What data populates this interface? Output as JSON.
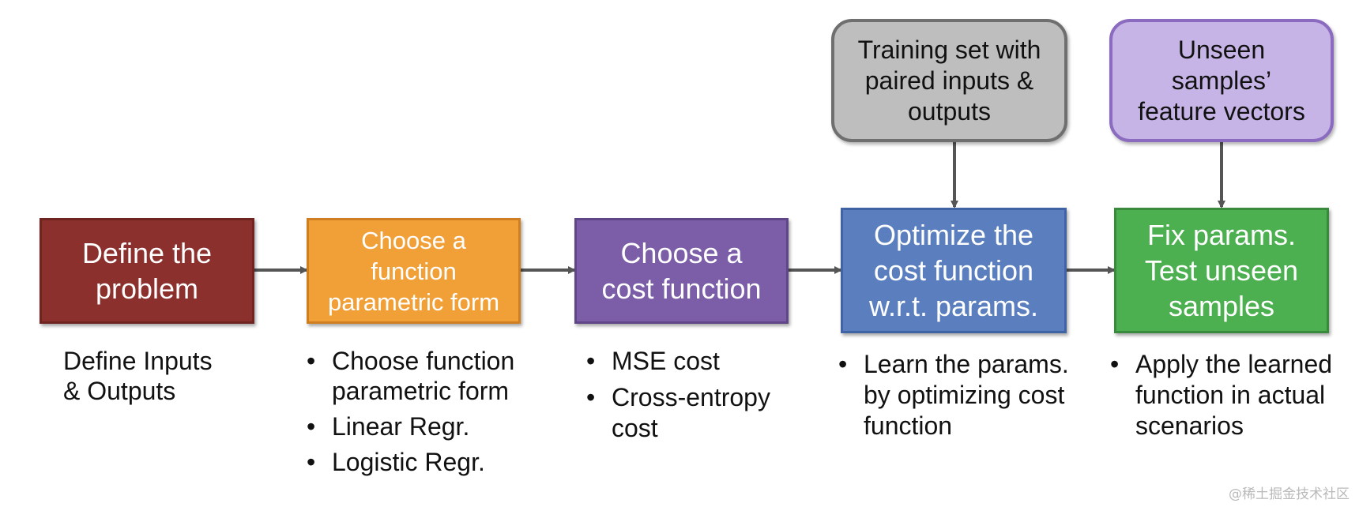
{
  "title": "",
  "steps": [
    {
      "label": "Define the\nproblem",
      "color": "#8B302C",
      "border": "#6E2421"
    },
    {
      "label": "Choose a\nfunction\nparametric form",
      "color": "#F1A038",
      "border": "#CF7F22"
    },
    {
      "label": "Choose a\ncost function",
      "color": "#7B5EA7",
      "border": "#5F4787"
    },
    {
      "label": "Optimize the\ncost function\nw.r.t. params.",
      "color": "#5B7FBE",
      "border": "#3F63A3"
    },
    {
      "label": "Fix params.\nTest unseen\nsamples",
      "color": "#4CAF50",
      "border": "#3A8A3E"
    }
  ],
  "inputs": [
    {
      "label": "Training set with\npaired inputs &\noutputs",
      "color": "#BEBEBE",
      "border": "#6F6F6F"
    },
    {
      "label": "Unseen\nsamples’\nfeature vectors",
      "color": "#C6B4E6",
      "border": "#8A6BBF"
    }
  ],
  "descriptions": {
    "step1_text": "Define Inputs\n& Outputs",
    "step2_bullets": [
      "Choose function\nparametric form",
      "Linear Regr.",
      "Logistic Regr."
    ],
    "step3_bullets": [
      "MSE cost",
      "Cross-entropy\ncost"
    ],
    "step4_bullets": [
      "Learn the params.\nby optimizing cost\nfunction"
    ],
    "step5_bullets": [
      "Apply the learned\nfunction in actual\nscenarios"
    ]
  },
  "watermark": "@稀土掘金技术社区",
  "arrow_color": "#555555"
}
